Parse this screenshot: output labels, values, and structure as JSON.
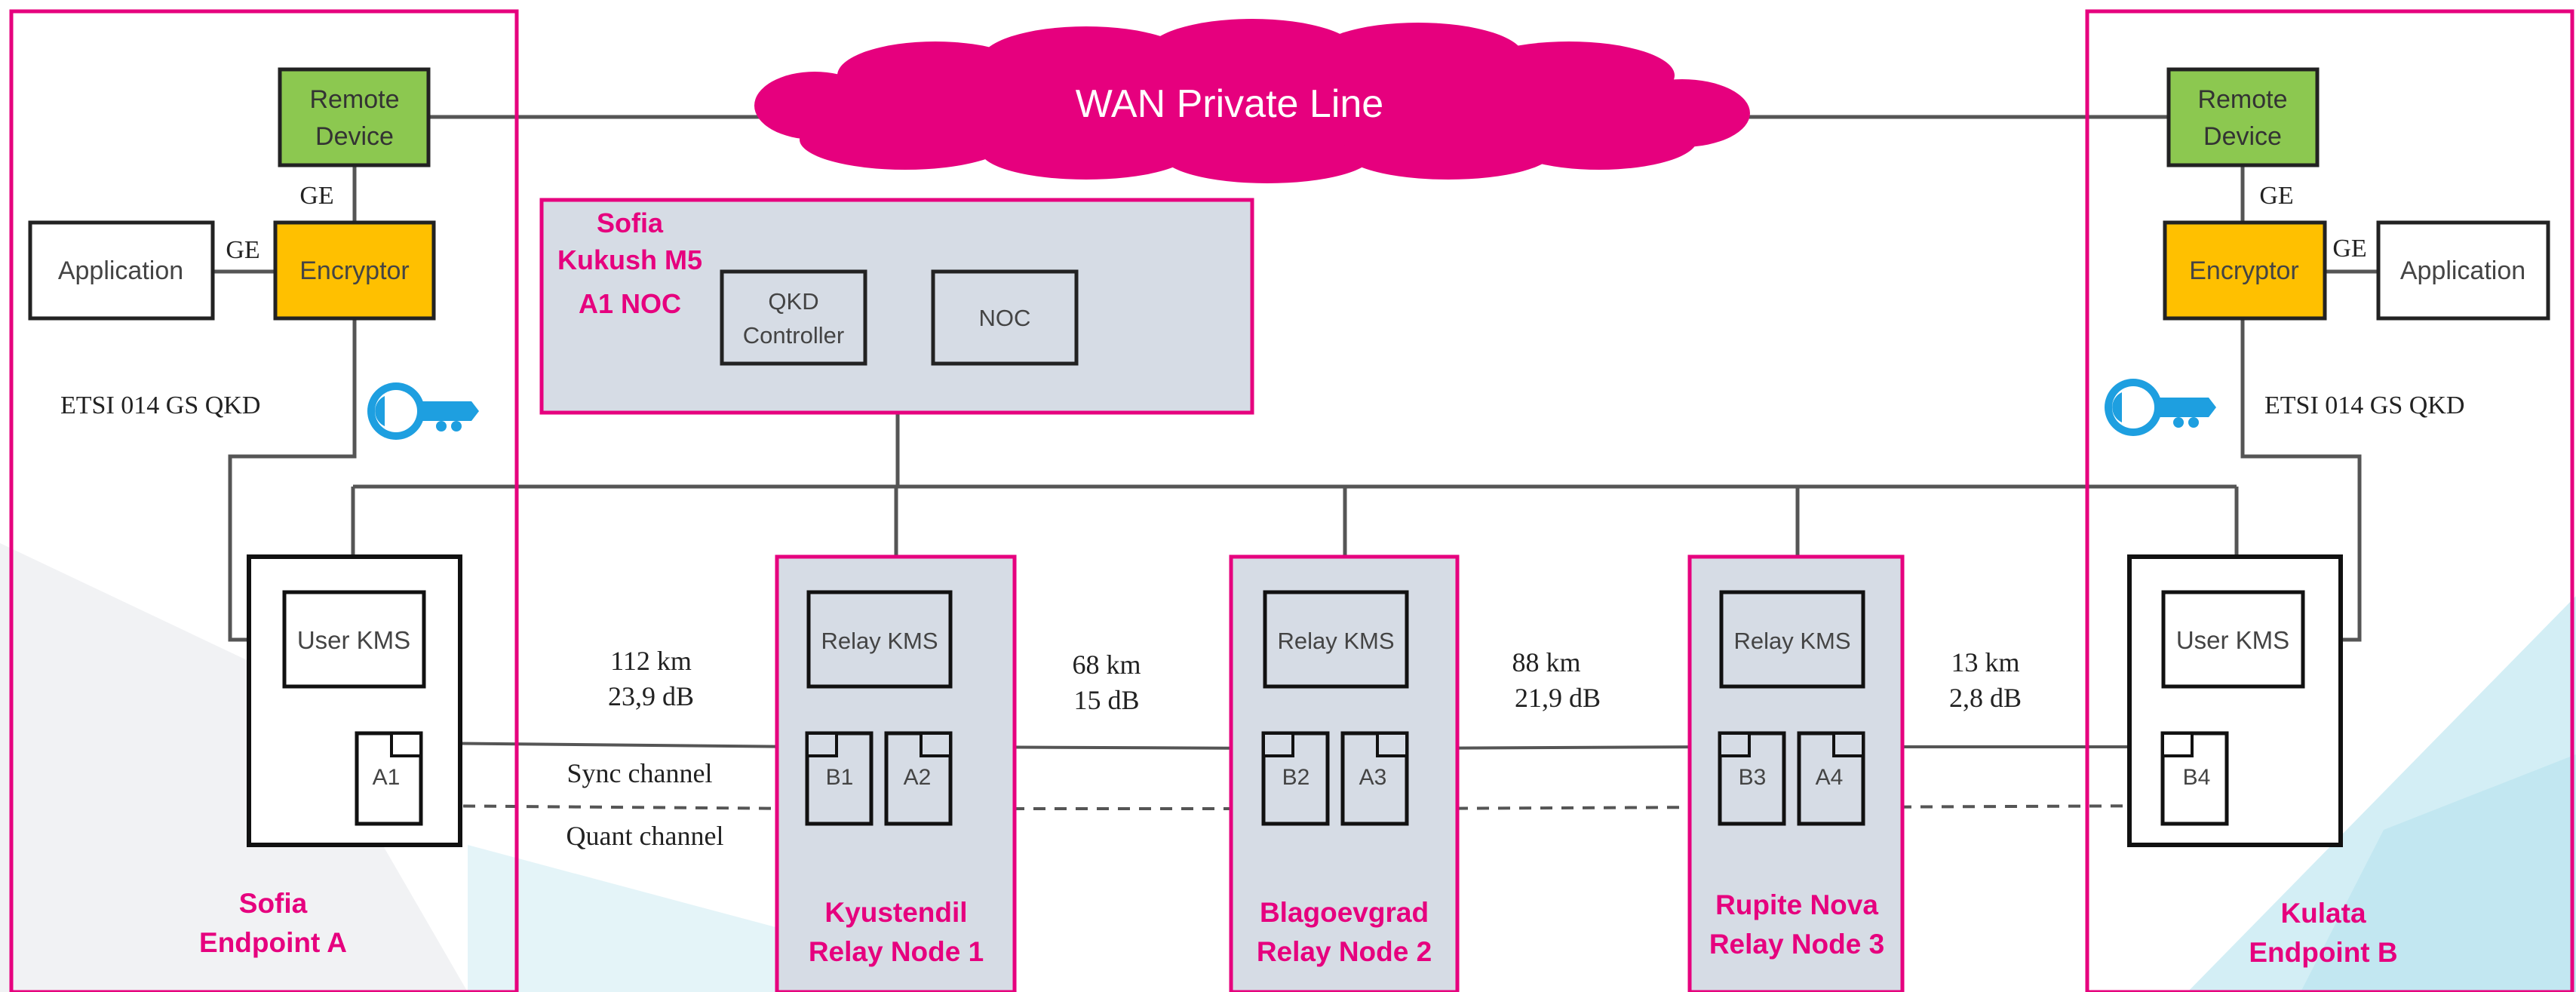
{
  "cloud": {
    "label": "WAN Private Line",
    "color": "#e6007e"
  },
  "colors": {
    "accent": "#e6007e",
    "remote_device": "#8cc850",
    "encryptor": "#ffc000",
    "relay_fill": "#d6dce5",
    "key_icon": "#1e9fe0"
  },
  "endpoint_a": {
    "name_line1": "Sofia",
    "name_line2": "Endpoint A",
    "remote_device_line1": "Remote",
    "remote_device_line2": "Device",
    "encryptor": "Encryptor",
    "application": "Application",
    "ge_top": "GE",
    "ge_side": "GE",
    "etsi": "ETSI 014 GS QKD",
    "kms": "User KMS",
    "qkd": "A1"
  },
  "endpoint_b": {
    "name_line1": "Kulata",
    "name_line2": "Endpoint B",
    "remote_device_line1": "Remote",
    "remote_device_line2": "Device",
    "encryptor": "Encryptor",
    "application": "Application",
    "ge_top": "GE",
    "ge_side": "GE",
    "etsi": "ETSI 014 GS QKD",
    "kms": "User KMS",
    "qkd": "B4"
  },
  "noc_site": {
    "name_line1": "Sofia",
    "name_line2": "Kukush M5",
    "name_line3": "A1 NOC",
    "controller_line1": "QKD",
    "controller_line2": "Controller",
    "noc": "NOC"
  },
  "relays": [
    {
      "name_line1": "Kyustendil",
      "name_line2": "Relay Node 1",
      "kms": "Relay KMS",
      "left_qkd": "B1",
      "right_qkd": "A2"
    },
    {
      "name_line1": "Blagoevgrad",
      "name_line2": "Relay Node 2",
      "kms": "Relay KMS",
      "left_qkd": "B2",
      "right_qkd": "A3"
    },
    {
      "name_line1": "Rupite Nova",
      "name_line2": "Relay Node 3",
      "kms": "Relay KMS",
      "left_qkd": "B3",
      "right_qkd": "A4"
    }
  ],
  "links": [
    {
      "distance": "112 km",
      "loss": "23,9 dB"
    },
    {
      "distance": "68 km",
      "loss": "15 dB"
    },
    {
      "distance": "88 km",
      "loss": "21,9 dB"
    },
    {
      "distance": "13 km",
      "loss": "2,8 dB"
    }
  ],
  "channels": {
    "sync": "Sync channel",
    "quant": "Quant channel"
  }
}
